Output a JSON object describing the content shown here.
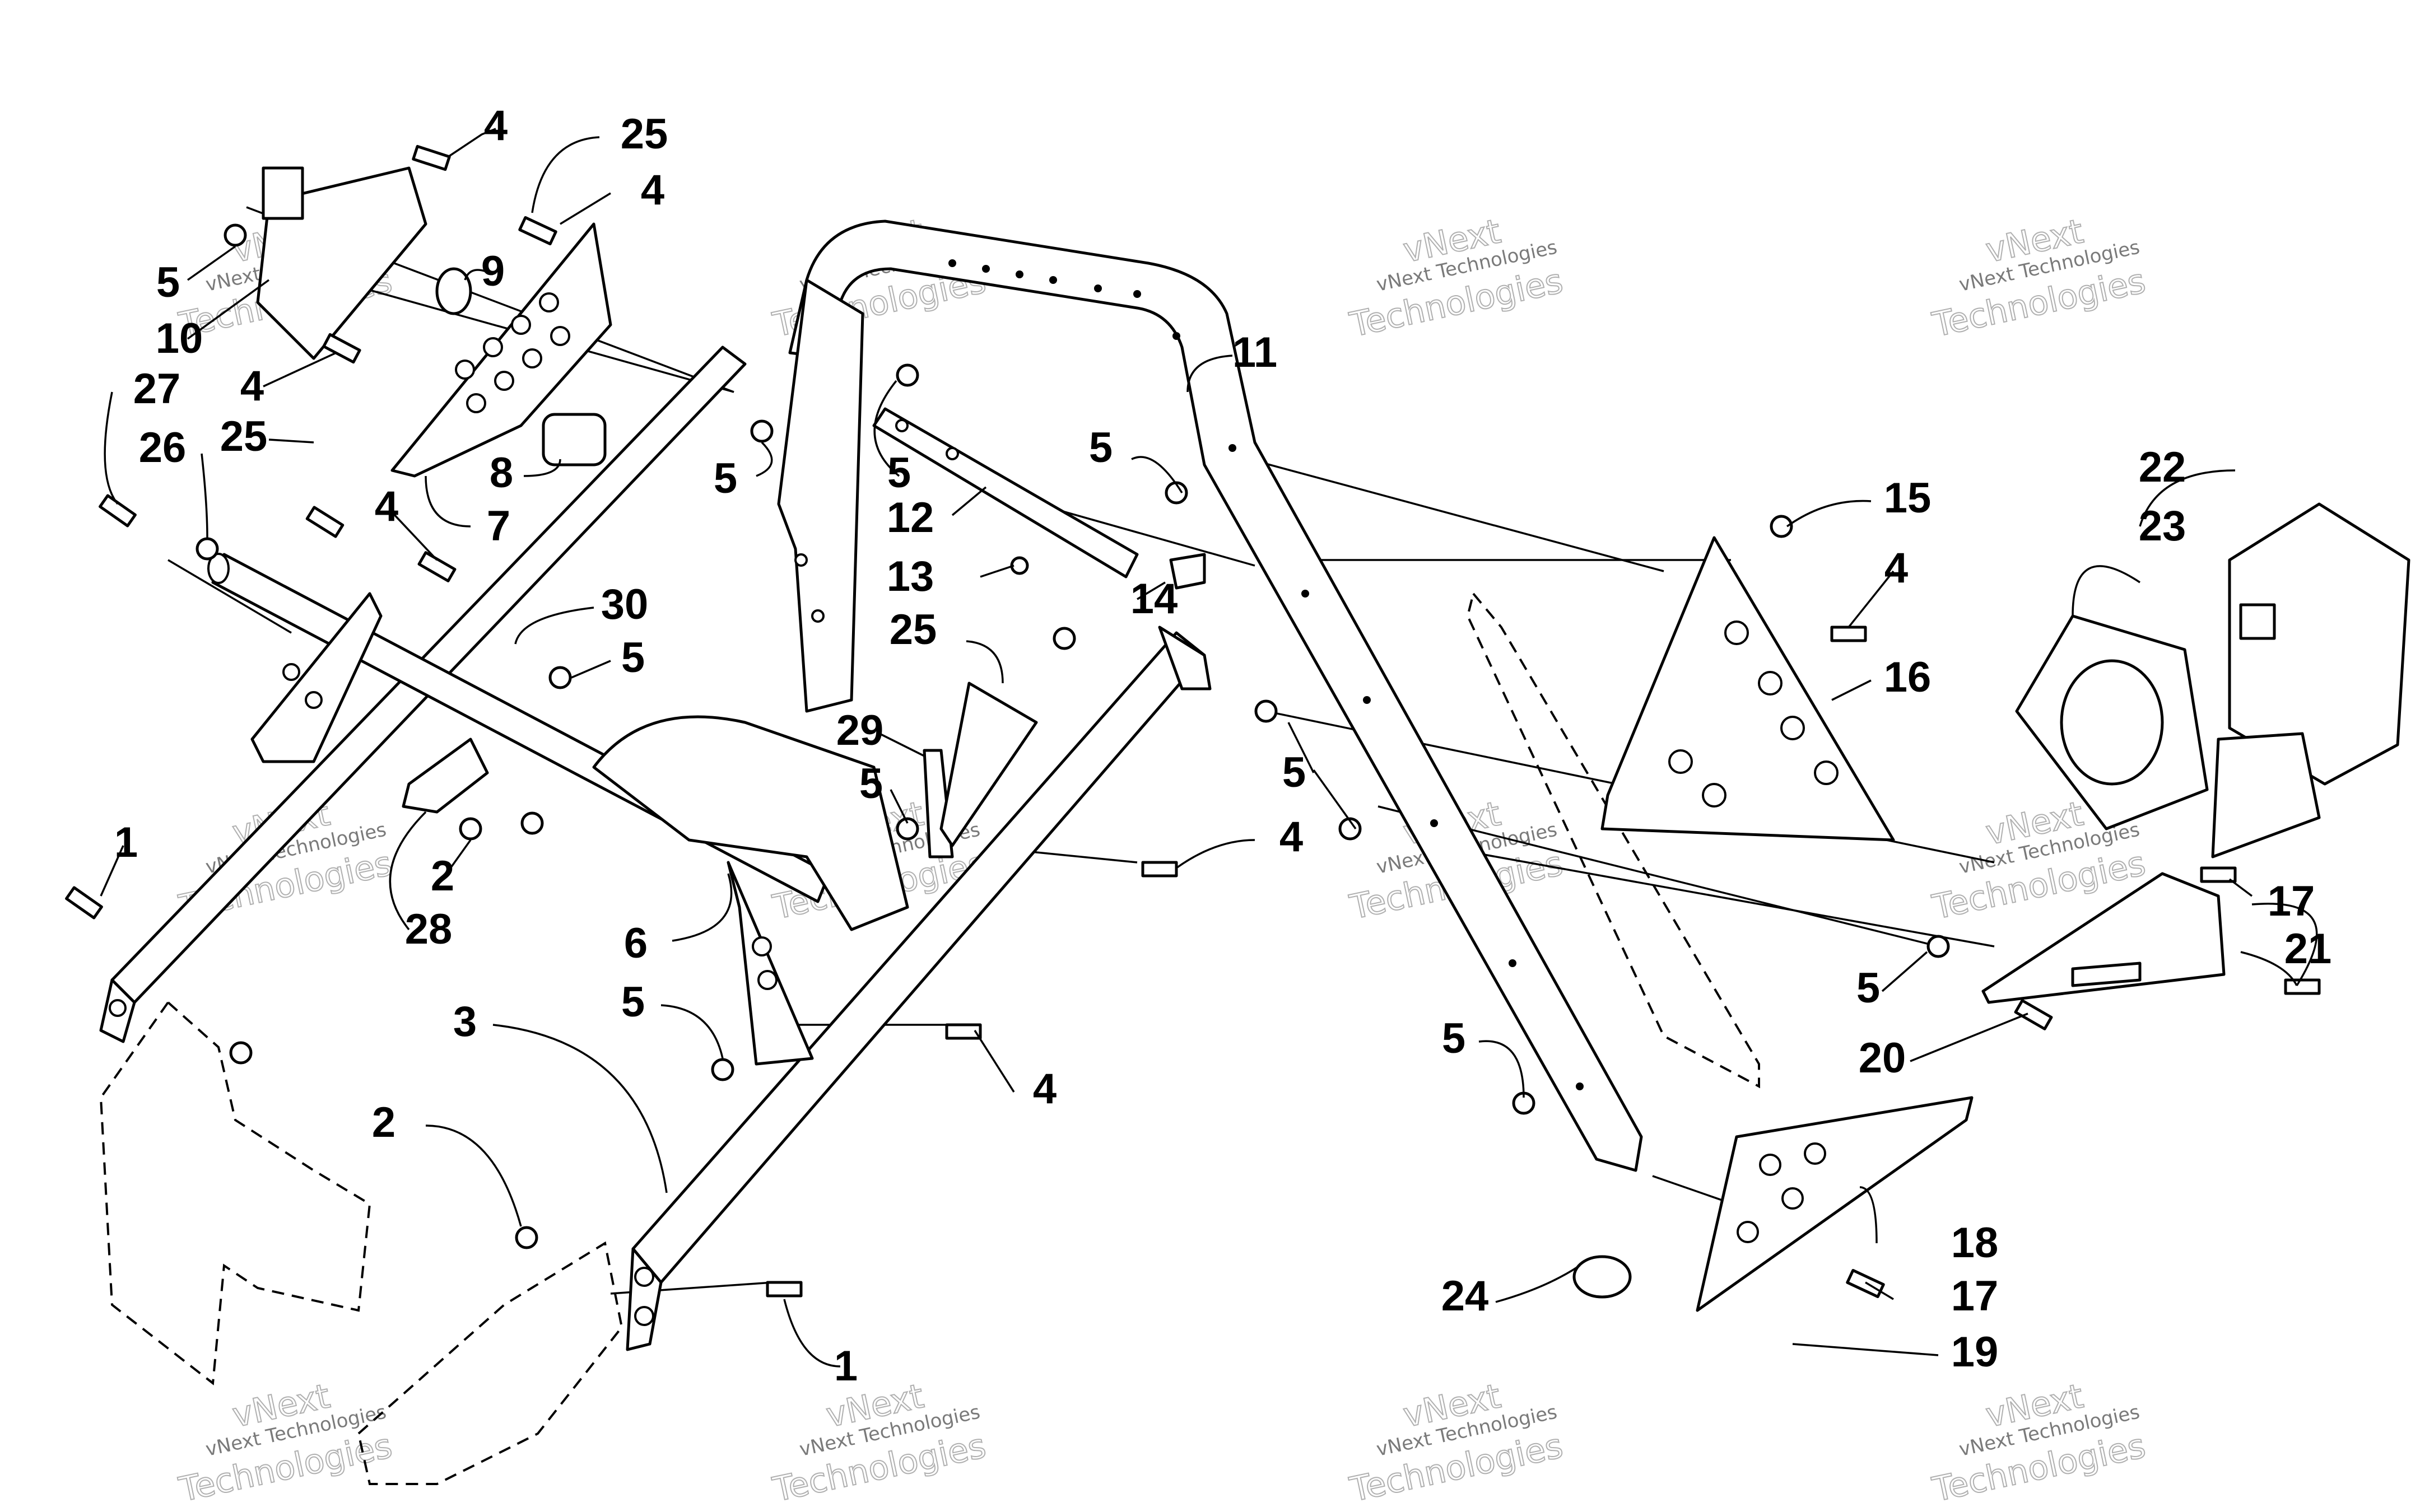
{
  "callouts": [
    {
      "id": "c4a",
      "text": "4"
    },
    {
      "id": "c25a",
      "text": "25"
    },
    {
      "id": "c4b",
      "text": "4"
    },
    {
      "id": "c9",
      "text": "9"
    },
    {
      "id": "c5a",
      "text": "5"
    },
    {
      "id": "c10",
      "text": "10"
    },
    {
      "id": "c27",
      "text": "27"
    },
    {
      "id": "c4c",
      "text": "4"
    },
    {
      "id": "c25b",
      "text": "25"
    },
    {
      "id": "c26",
      "text": "26"
    },
    {
      "id": "c8",
      "text": "8"
    },
    {
      "id": "c4d",
      "text": "4"
    },
    {
      "id": "c7",
      "text": "7"
    },
    {
      "id": "c5b",
      "text": "5"
    },
    {
      "id": "c30",
      "text": "30"
    },
    {
      "id": "c5c",
      "text": "5"
    },
    {
      "id": "c1a",
      "text": "1"
    },
    {
      "id": "c2a",
      "text": "2"
    },
    {
      "id": "c28",
      "text": "28"
    },
    {
      "id": "c6",
      "text": "6"
    },
    {
      "id": "c3",
      "text": "3"
    },
    {
      "id": "c5d",
      "text": "5"
    },
    {
      "id": "c2b",
      "text": "2"
    },
    {
      "id": "c4e",
      "text": "4"
    },
    {
      "id": "c1b",
      "text": "1"
    },
    {
      "id": "c11",
      "text": "11"
    },
    {
      "id": "c5e",
      "text": "5"
    },
    {
      "id": "c12",
      "text": "12"
    },
    {
      "id": "c13",
      "text": "13"
    },
    {
      "id": "c5f",
      "text": "5"
    },
    {
      "id": "c14",
      "text": "14"
    },
    {
      "id": "c25c",
      "text": "25"
    },
    {
      "id": "c29",
      "text": "29"
    },
    {
      "id": "c5g",
      "text": "5"
    },
    {
      "id": "c4f",
      "text": "4"
    },
    {
      "id": "c15",
      "text": "15"
    },
    {
      "id": "c4g",
      "text": "4"
    },
    {
      "id": "c16",
      "text": "16"
    },
    {
      "id": "c22",
      "text": "22"
    },
    {
      "id": "c23",
      "text": "23"
    },
    {
      "id": "c5h",
      "text": "5"
    },
    {
      "id": "c17a",
      "text": "17"
    },
    {
      "id": "c21",
      "text": "21"
    },
    {
      "id": "c5i",
      "text": "5"
    },
    {
      "id": "c20",
      "text": "20"
    },
    {
      "id": "c5j",
      "text": "5"
    },
    {
      "id": "c18",
      "text": "18"
    },
    {
      "id": "c24",
      "text": "24"
    },
    {
      "id": "c17b",
      "text": "17"
    },
    {
      "id": "c19",
      "text": "19"
    }
  ],
  "watermark": {
    "line1": "vNext Technologies",
    "line2": "vNext",
    "line3": "Technologies"
  }
}
